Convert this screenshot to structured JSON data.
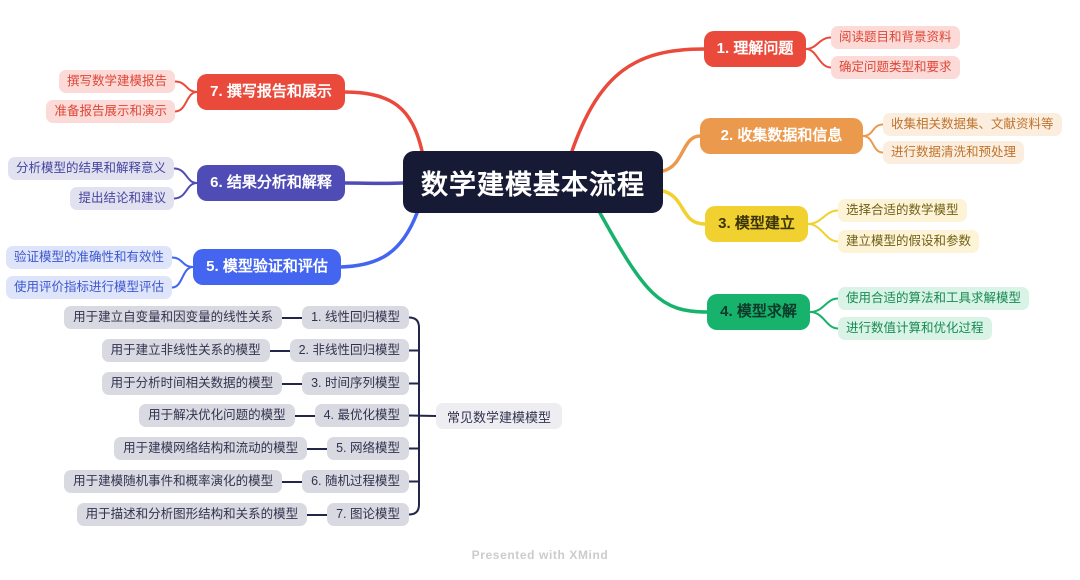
{
  "central": {
    "label": "数学建模基本流程"
  },
  "right_branches": [
    {
      "label": "1. 理解问题",
      "color": "#ea4a3b",
      "child_bg": "#fcdad7",
      "child_text": "#dd4737",
      "children": [
        "阅读题目和背景资料",
        "确定问题类型和要求"
      ]
    },
    {
      "label": "2. 收集数据和信息",
      "color": "#eb9a4d",
      "child_bg": "#fbeede",
      "child_text": "#c0732d",
      "children": [
        "收集相关数据集、文献资料等",
        "进行数据清洗和预处理"
      ]
    },
    {
      "label": "3. 模型建立",
      "color": "#f1d130",
      "child_bg": "#fdf4d8",
      "child_text": "#6f5f13",
      "children": [
        "选择合适的数学模型",
        "建立模型的假设和参数"
      ]
    },
    {
      "label": "4. 模型求解",
      "color": "#17b36c",
      "child_bg": "#d9f3e6",
      "child_text": "#178a53",
      "children": [
        "使用合适的算法和工具求解模型",
        "进行数值计算和优化过程"
      ]
    }
  ],
  "left_branches": [
    {
      "label": "7. 撰写报告和展示",
      "color": "#ea4a3b",
      "child_bg": "#fcdad7",
      "child_text": "#dd4737",
      "children": [
        "撰写数学建模报告",
        "准备报告展示和演示"
      ]
    },
    {
      "label": "6. 结果分析和解释",
      "color": "#4f4cb5",
      "child_bg": "#e2e1f0",
      "child_text": "#47449f",
      "children": [
        "分析模型的结果和解释意义",
        "提出结论和建议"
      ]
    },
    {
      "label": "5. 模型验证和评估",
      "color": "#4365f0",
      "child_bg": "#dee4fa",
      "child_text": "#3c57cf",
      "children": [
        "验证模型的准确性和有效性",
        "使用评价指标进行模型评估"
      ]
    }
  ],
  "models_group": {
    "title": "常见数学建模模型",
    "line_color": "#23254a",
    "node_bg": "#d9d9e2",
    "items": [
      {
        "label": "1. 线性回归模型",
        "desc": "用于建立自变量和因变量的线性关系"
      },
      {
        "label": "2. 非线性回归模型",
        "desc": "用于建立非线性关系的模型"
      },
      {
        "label": "3. 时间序列模型",
        "desc": "用于分析时间相关数据的模型"
      },
      {
        "label": "4. 最优化模型",
        "desc": "用于解决优化问题的模型"
      },
      {
        "label": "5. 网络模型",
        "desc": "用于建模网络结构和流动的模型"
      },
      {
        "label": "6. 随机过程模型",
        "desc": "用于建模随机事件和概率演化的模型"
      },
      {
        "label": "7. 图论模型",
        "desc": "用于描述和分析图形结构和关系的模型"
      }
    ]
  },
  "central_bg": "#171a35",
  "footer": {
    "label": "Presented with XMind"
  }
}
